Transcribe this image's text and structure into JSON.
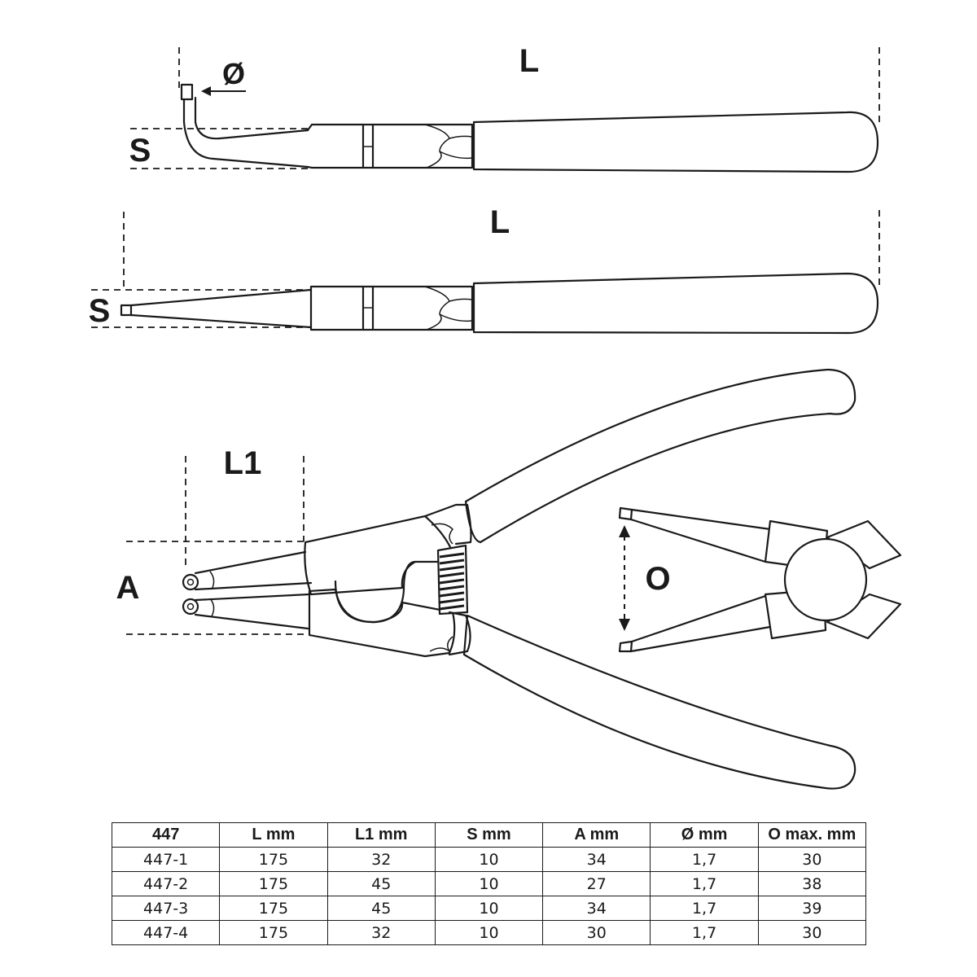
{
  "labels": {
    "top_diameter": "Ø",
    "top_length": "L",
    "top_s": "S",
    "middle_length": "L",
    "middle_s": "S",
    "l1": "L1",
    "a": "A",
    "o": "O"
  },
  "table": {
    "headers": [
      "447",
      "L  mm",
      "L1  mm",
      "S  mm",
      "A  mm",
      "Ø  mm",
      "O  max. mm"
    ],
    "rows": [
      [
        "447-1",
        "175",
        "32",
        "10",
        "34",
        "1,7",
        "30"
      ],
      [
        "447-2",
        "175",
        "45",
        "10",
        "27",
        "1,7",
        "38"
      ],
      [
        "447-3",
        "175",
        "45",
        "10",
        "34",
        "1,7",
        "39"
      ],
      [
        "447-4",
        "175",
        "32",
        "10",
        "30",
        "1,7",
        "30"
      ]
    ]
  }
}
